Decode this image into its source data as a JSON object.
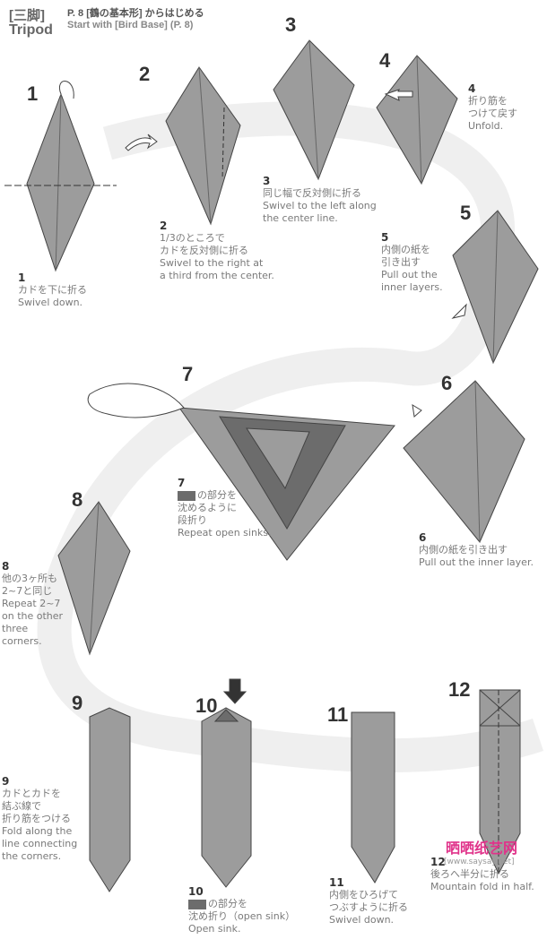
{
  "header": {
    "title_jp": "[三脚]",
    "title_en": "Tripod",
    "start_jp": "P. 8 [鶴の基本形] からはじめる",
    "start_en": "Start with [Bird Base] (P. 8)"
  },
  "colors": {
    "paper": "#9c9c9c",
    "sink": "#6c6c6c",
    "swirl": "#efefef"
  },
  "steps": [
    {
      "num": "1",
      "jp": "カドを下に折る",
      "en": [
        "Swivel down."
      ]
    },
    {
      "num": "2",
      "jp": [
        "1/3のところで",
        "カドを反対側に折る"
      ],
      "en": [
        "Swivel to the right at",
        "a third from the center."
      ]
    },
    {
      "num": "3",
      "jp": "同じ幅で反対側に折る",
      "en": [
        "Swivel to the left along",
        "the center line."
      ]
    },
    {
      "num": "4",
      "jp": [
        "折り筋を",
        "つけて戻す"
      ],
      "en": [
        "Unfold."
      ]
    },
    {
      "num": "5",
      "jp": [
        "内側の紙を",
        "引き出す"
      ],
      "en": [
        "Pull out the",
        "inner layers."
      ]
    },
    {
      "num": "6",
      "jp": "内側の紙を引き出す",
      "en": [
        "Pull out the inner layer."
      ]
    },
    {
      "num": "7",
      "jp": [
        "の部分を",
        "沈めるように",
        "段折り"
      ],
      "en": [
        "Repeat open sinks."
      ]
    },
    {
      "num": "8",
      "jp": [
        "他の3ヶ所も",
        "2~7と同じ"
      ],
      "en": [
        "Repeat 2~7",
        "on the other",
        "three",
        "corners."
      ]
    },
    {
      "num": "9",
      "jp": [
        "カドとカドを",
        "結ぶ線で",
        "折り筋をつける"
      ],
      "en": [
        "Fold along the",
        "line connecting",
        "the corners."
      ]
    },
    {
      "num": "10",
      "jp": [
        "の部分を",
        "沈め折り（open  sink）"
      ],
      "en": [
        "Open sink."
      ]
    },
    {
      "num": "11",
      "jp": [
        "内側をひろげて",
        "つぶすように折る"
      ],
      "en": [
        "Swivel down."
      ]
    },
    {
      "num": "12",
      "jp": "後ろへ半分に折る",
      "en": [
        "Mountain fold in half."
      ]
    }
  ],
  "watermark": {
    "name": "晒晒纸艺网",
    "url": "[www.saysay.net]"
  }
}
